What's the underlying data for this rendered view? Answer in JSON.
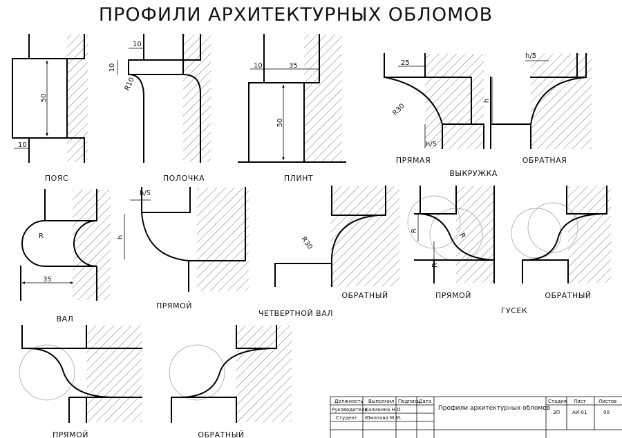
{
  "title": "ПРОФИЛИ АРХИТЕКТУРНЫХ ОБЛОМОВ",
  "captions": {
    "poyas": "ПОЯС",
    "polochka": "ПОЛОЧКА",
    "plint": "ПЛИНТ",
    "vykruzhka": "ВЫКРУЖКА",
    "vykruzhka_pryamaya": "ПРЯМАЯ",
    "vykruzhka_obratnaya": "ОБРАТНАЯ",
    "val": "ВАЛ",
    "chetvertnoy_val": "ЧЕТВЕРТНОЙ ВАЛ",
    "chv_pryamoy": "ПРЯМОЙ",
    "chv_obratny": "ОБРАТНЫЙ",
    "gusek": "ГУСЕК",
    "gusek_pryamoy": "ПРЯМОЙ",
    "gusek_obratny": "ОБРАТНЫЙ",
    "bottom_pryamoy": "ПРЯМОЙ",
    "bottom_obratny": "ОБРАТНЫЙ"
  },
  "dimensions": {
    "poyas_50": "50",
    "poyas_10": "10",
    "polochka_10_top": "10",
    "polochka_10_side": "10",
    "polochka_r10": "R10",
    "plint_10": "10",
    "plint_35": "35",
    "plint_50": "50",
    "vyk_25": "25",
    "vyk_r30": "R30",
    "vyk_h5": "h/5",
    "vyk_obr_h5": "h/5",
    "vyk_obr_h": "h",
    "val_r": "R",
    "val_35": "35",
    "chv_h5": "h/5",
    "chv_h": "h",
    "chv_r30": "R30",
    "gusek_r1": "R",
    "gusek_r2": "R",
    "gusek_r3": "R"
  },
  "title_block": {
    "col_position": "Должность",
    "col_performed": "Выполнил",
    "col_signature": "Подпись",
    "col_date": "Дата",
    "row1_role": "Руководитель",
    "row1_name": "Калинина Н.О.",
    "row2_role": "Студент",
    "row2_name": "Юматова М.М.",
    "drawing_title": "Профили архитектурных обломов",
    "stage_label": "Стадия",
    "sheet_label": "Лист",
    "sheets_label": "Листов",
    "stage_value": "ЭП",
    "sheet_value": "АИ-01",
    "sheets_value": "00"
  }
}
